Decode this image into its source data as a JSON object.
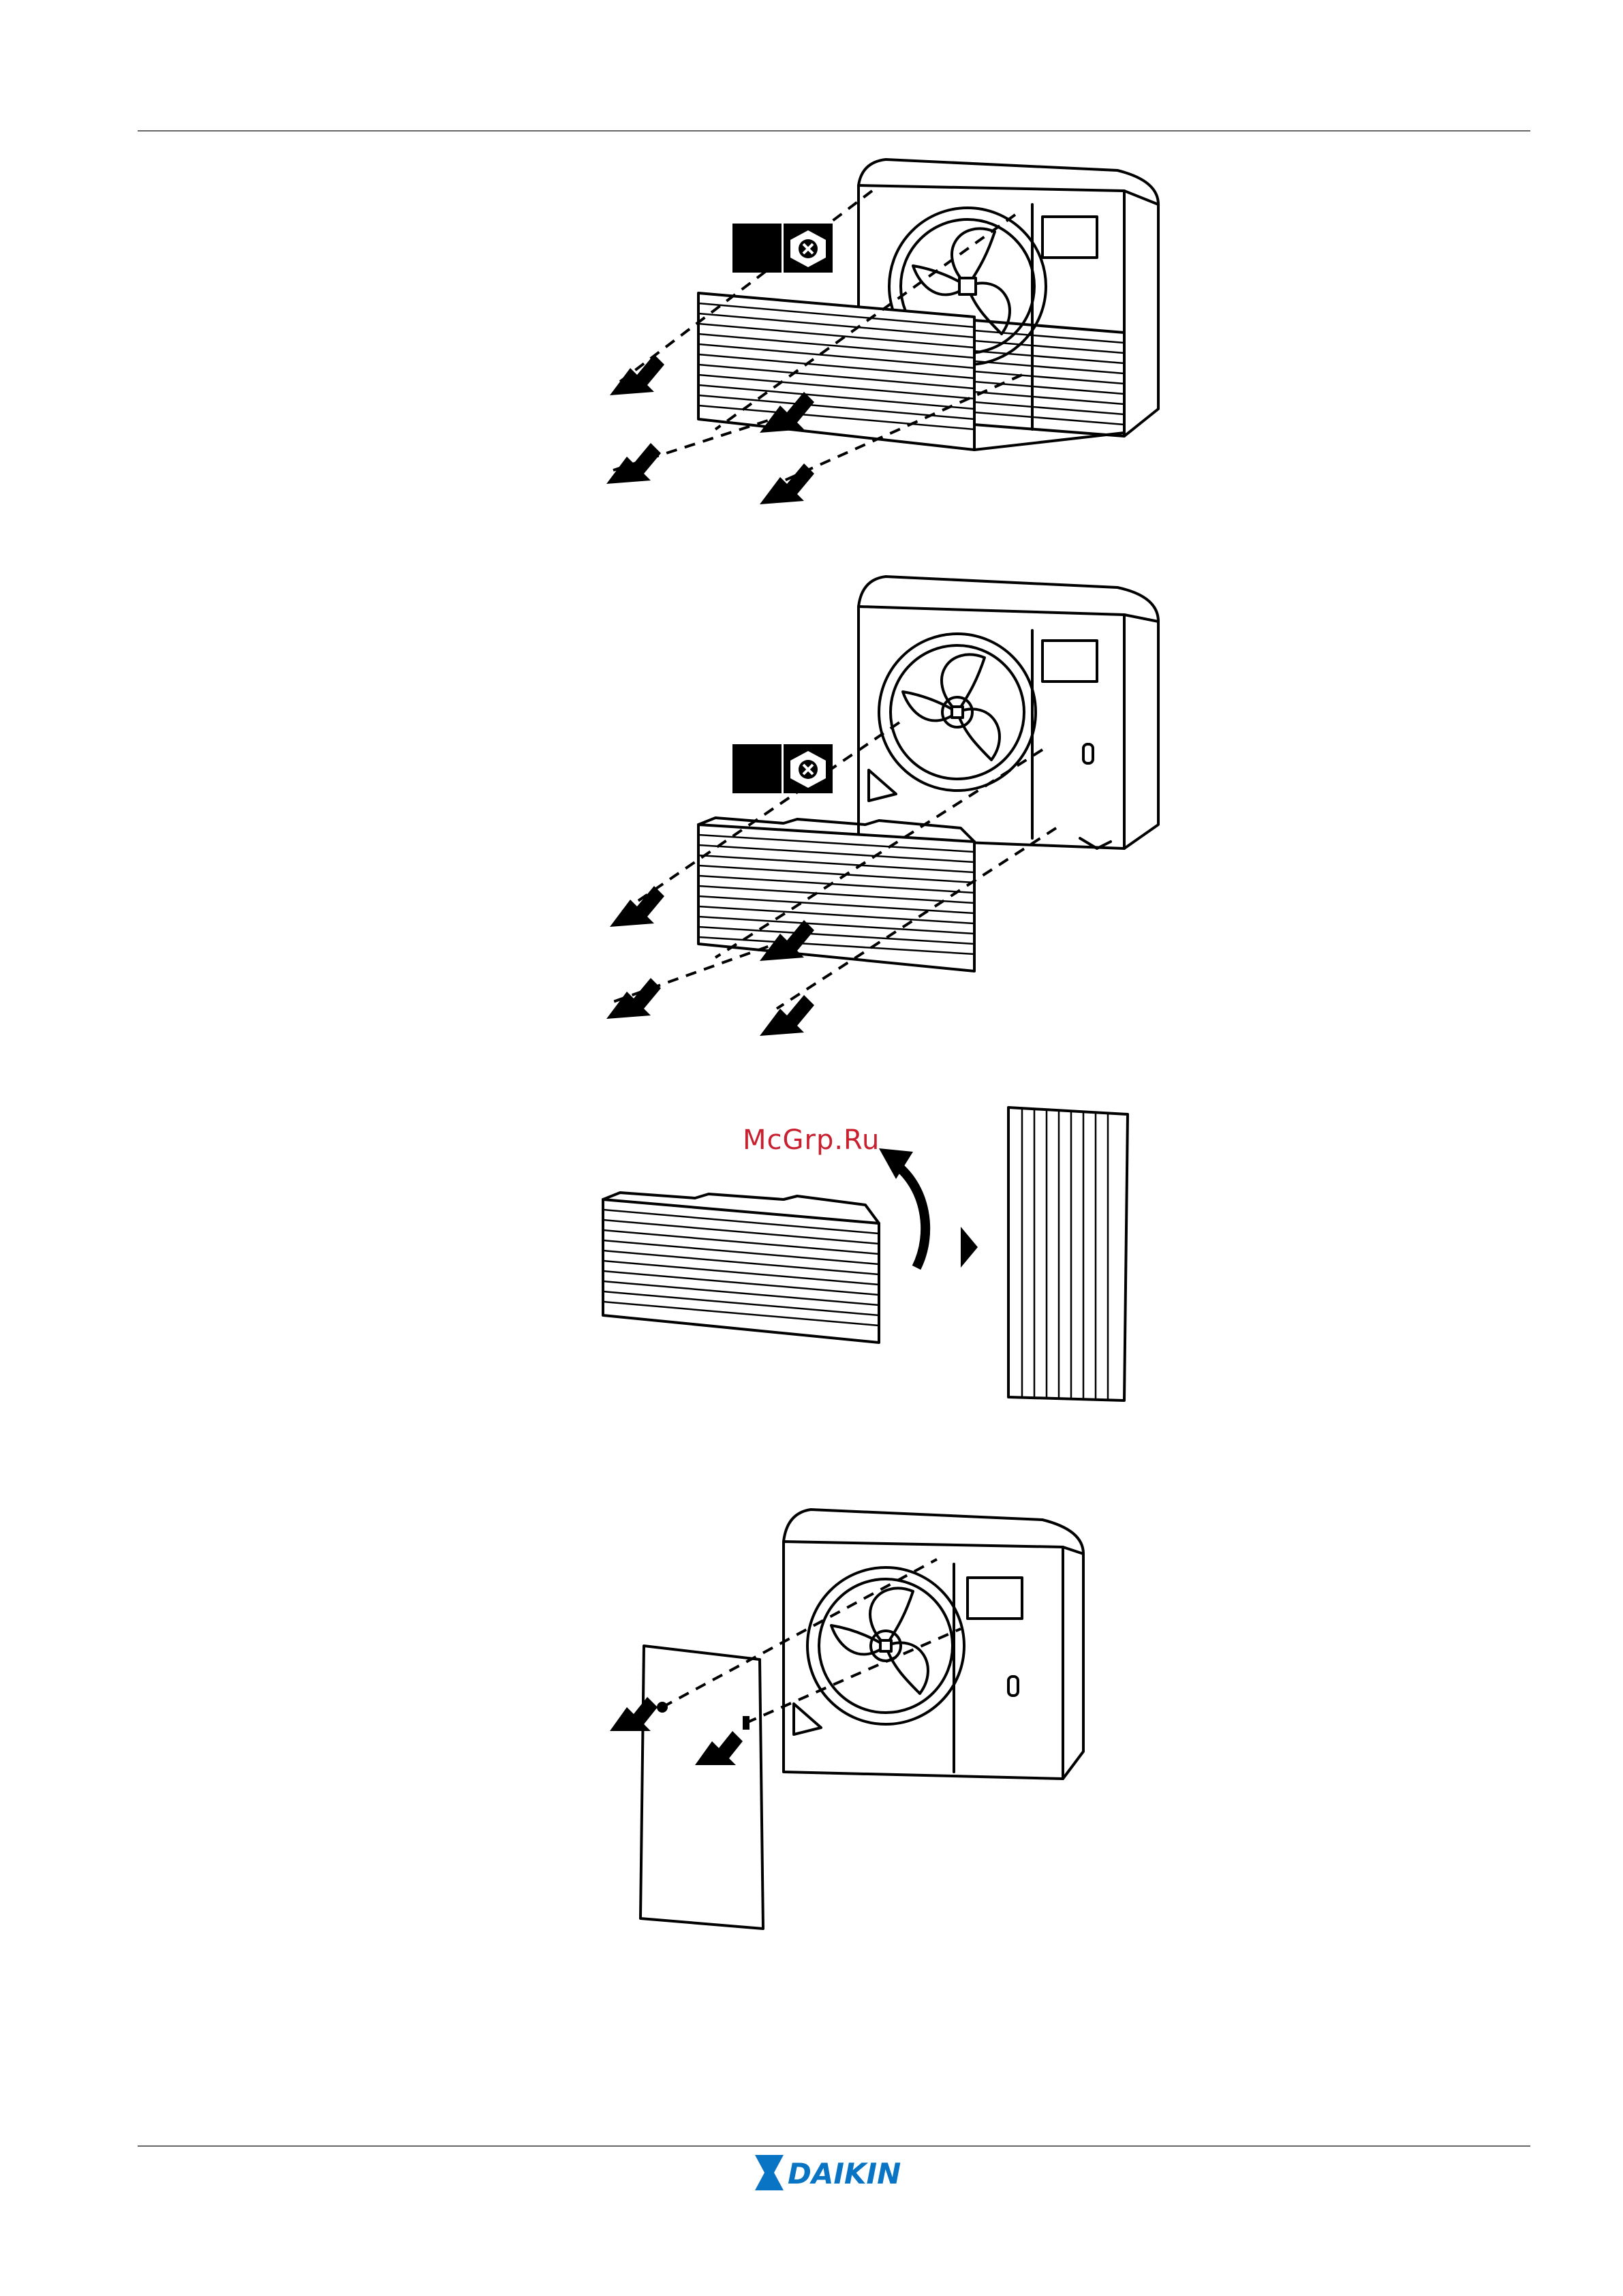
{
  "watermark": {
    "text": "McGrp.Ru",
    "color": "#c8202f"
  },
  "brand": {
    "name": "DAIKIN",
    "color": "#0a74c4"
  },
  "icons": {
    "screwdriver": "screwdriver-icon",
    "arrow": "arrow-icon",
    "step_arrow": "triangle-right-icon",
    "rotate": "rotate-arrow-icon"
  },
  "steps": [
    {
      "id": "step-1",
      "description_icon": "outdoor-unit-remove-grille-icon"
    },
    {
      "id": "step-2",
      "description_icon": "outdoor-unit-remove-grille-icon"
    },
    {
      "id": "step-3",
      "description_icon": "grille-rotate-icon"
    },
    {
      "id": "step-4",
      "description_icon": "outdoor-unit-attach-panel-icon"
    }
  ]
}
